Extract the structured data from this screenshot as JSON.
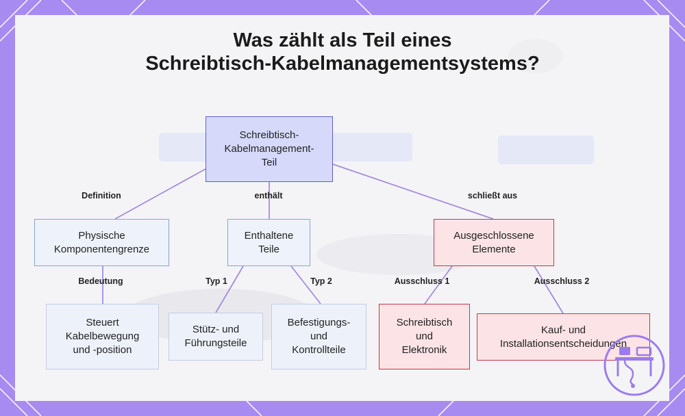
{
  "title": {
    "line1": "Was zählt als Teil eines",
    "line2": "Schreibtisch-Kabelmanagementsystems?"
  },
  "colors": {
    "frame": "#a78bf0",
    "root_fill": "#d6d9fa",
    "root_border": "#5b5fc7",
    "node_border": "#8aa1d6",
    "excluded_border": "#c8344a",
    "connector": "#a58bdc"
  },
  "nodes": {
    "root": {
      "line1": "Schreibtisch-",
      "line2": "Kabelmanagement-",
      "line3": "Teil"
    },
    "physical": {
      "line1": "Physische",
      "line2": "Komponentengrenze"
    },
    "contained": {
      "line1": "Enthaltene",
      "line2": "Teile"
    },
    "excluded": {
      "line1": "Ausgeschlossene",
      "line2": "Elemente"
    },
    "controls": {
      "line1": "Steuert",
      "line2": "Kabelbewegung",
      "line3": "und -position"
    },
    "support": {
      "line1": "Stütz- und",
      "line2": "Führungsteile"
    },
    "fastening": {
      "line1": "Befestigungs-",
      "line2": "und",
      "line3": "Kontrollteile"
    },
    "desk": {
      "line1": "Schreibtisch",
      "line2": "und",
      "line3": "Elektronik"
    },
    "purchase": {
      "line1": "Kauf- und",
      "line2": "Installationsentscheidungen"
    }
  },
  "edges": {
    "definition": "Definition",
    "contains": "enthält",
    "excludes": "schließt aus",
    "meaning": "Bedeutung",
    "type1": "Typ 1",
    "type2": "Typ 2",
    "exclusion1": "Ausschluss 1",
    "exclusion2": "Ausschluss 2"
  },
  "logo_icon": "desk-cable-icon"
}
